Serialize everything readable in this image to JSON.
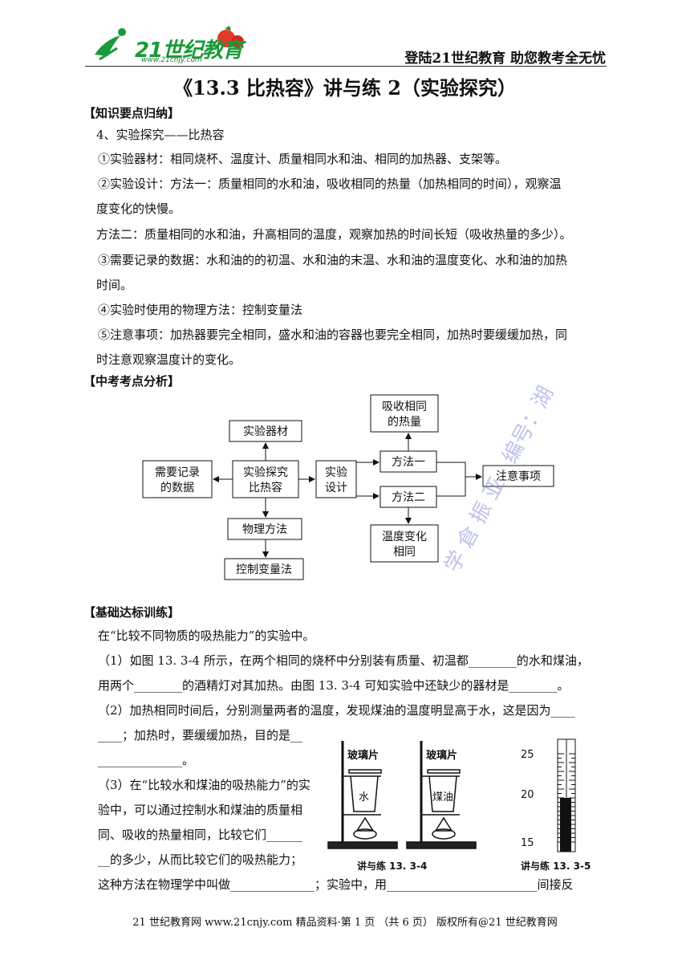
{
  "header": {
    "logo_text": "21世纪教育",
    "logo_url": "www.21cnjy.com",
    "slogan": "登陆21世纪教育    助您教考全无忧"
  },
  "title": "《13.3  比热容》讲与练 2（实验探究）",
  "sections": {
    "knowledge": "【知识要点归纳】",
    "exam": "【中考考点分析】",
    "training": "【基础达标训练】"
  },
  "knowledge_lines": [
    "4、实验探究——比热容",
    "①实验器材：相同烧杯、温度计、质量相同水和油、相同的加热器、支架等。",
    "②实验设计：方法一：质量相同的水和油，吸收相同的热量（加热相同的时间），观察温",
    "度变化的快慢。",
    "方法二：质量相同的水和油，升高相同的温度，观察加热的时间长短（吸收热量的多少）。",
    "③需要记录的数据：水和油的的初温、水和油的末温、水和油的温度变化、水和油的加热",
    "时间。",
    "④实验时使用的物理方法：控制变量法",
    "⑤注意事项：加热器要完全相同，盛水和油的容器也要完全相同，加热时要缓缓加热，同",
    "时注意观察温度计的变化。"
  ],
  "diagram": {
    "center": [
      "实验探究",
      "比热容"
    ],
    "equipment": "实验器材",
    "data": [
      "需要记录",
      "的数据"
    ],
    "design": [
      "实验",
      "设计"
    ],
    "method1": "方法一",
    "method2": "方法二",
    "absorb": [
      "吸收相同",
      "的热量"
    ],
    "temp": [
      "温度变化",
      "相同"
    ],
    "notes": "注意事项",
    "physics": "物理方法",
    "control": "控制变量法"
  },
  "exercise_lines": [
    "在“比较不同物质的吸热能力”的实验中。",
    "（1）如图 13. 3-4 所示，在两个相同的烧杯中分别装有质量、初温都________的水和煤油，",
    "用两个________的酒精灯对其加热。由图 13. 3-4 可知实验中还缺少的器材是________。",
    "（2）加热相同时间后，分别测量两者的温度，发现煤油的温度明显高于水，这是因为____",
    "____；加热时，要缓缓加热，目的是__",
    "______________。",
    "（3）在“比较水和煤油的吸热能力”的实",
    "验中，可以通过控制水和煤油的质量相",
    "同、吸收的热量相同，比较它们______",
    "__的多少，从而比较它们的吸热能力；",
    "这种方法在物理学中叫做______________；实验中，用_________________________间接反"
  ],
  "figure": {
    "glass_label": "玻璃片",
    "water": "水",
    "kerosene": "煤油",
    "caption1": "讲与练 13. 3-4",
    "caption2": "讲与练 13. 3-5",
    "ticks": [
      "25",
      "20",
      "15"
    ],
    "thermometer_reading": 20
  },
  "watermark": "学 倉 振 亚 · 编号：湖",
  "footer": "21 世纪教育网   www.21cnjy.com   精品资料·第 1 页 （共 6 页） 版权所有@21 世纪教育网"
}
